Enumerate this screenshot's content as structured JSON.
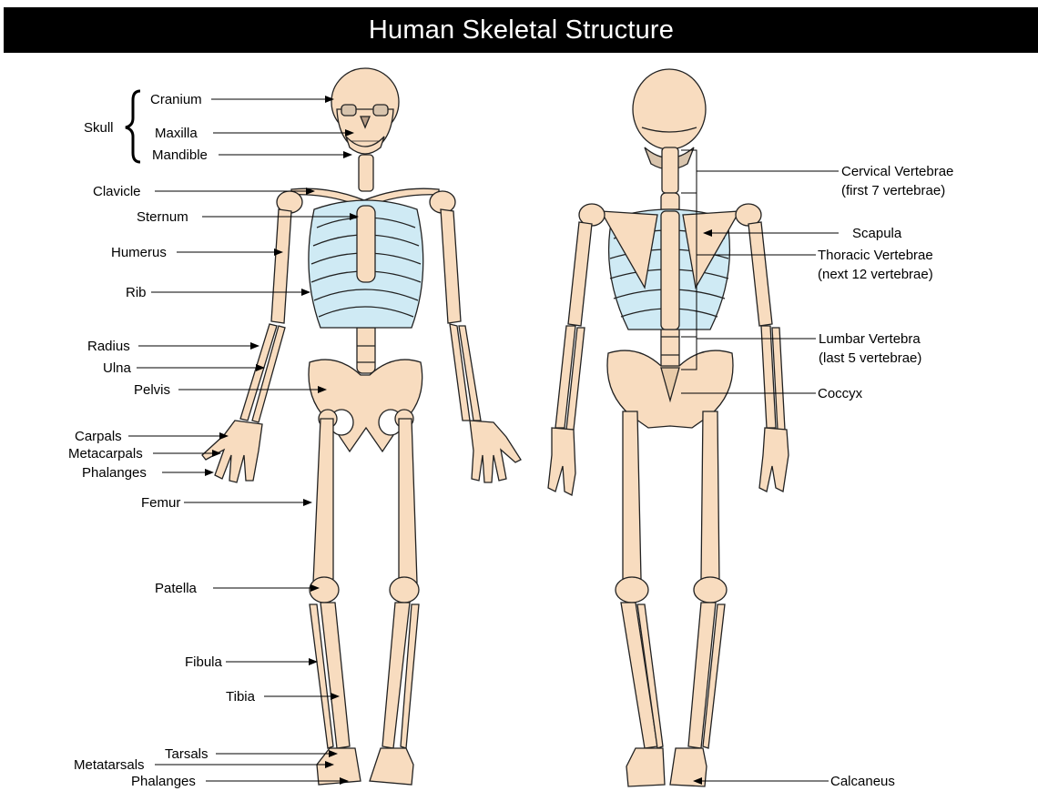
{
  "title": "Human Skeletal Structure",
  "colors": {
    "bone": "#f8dcbf",
    "outline": "#222222",
    "cartilage": "#cfeaf4",
    "title_bg": "#000000",
    "title_text": "#ffffff"
  },
  "front_view": {
    "group_label": "Skull",
    "labels": {
      "cranium": "Cranium",
      "maxilla": "Maxilla",
      "mandible": "Mandible",
      "clavicle": "Clavicle",
      "sternum": "Sternum",
      "humerus": "Humerus",
      "rib": "Rib",
      "radius": "Radius",
      "ulna": "Ulna",
      "pelvis": "Pelvis",
      "carpals": "Carpals",
      "metacarpals": "Metacarpals",
      "phalanges_hand": "Phalanges",
      "femur": "Femur",
      "patella": "Patella",
      "fibula": "Fibula",
      "tibia": "Tibia",
      "tarsals": "Tarsals",
      "metatarsals": "Metatarsals",
      "phalanges_foot": "Phalanges"
    }
  },
  "back_view": {
    "labels": {
      "cervical": "Cervical Vertebrae",
      "cervical_note": "(first 7 vertebrae)",
      "scapula": "Scapula",
      "thoracic": "Thoracic Vertebrae",
      "thoracic_note": "(next 12 vertebrae)",
      "lumbar": "Lumbar Vertebra",
      "lumbar_note": "(last 5 vertebrae)",
      "coccyx": "Coccyx",
      "calcaneus": "Calcaneus"
    }
  }
}
